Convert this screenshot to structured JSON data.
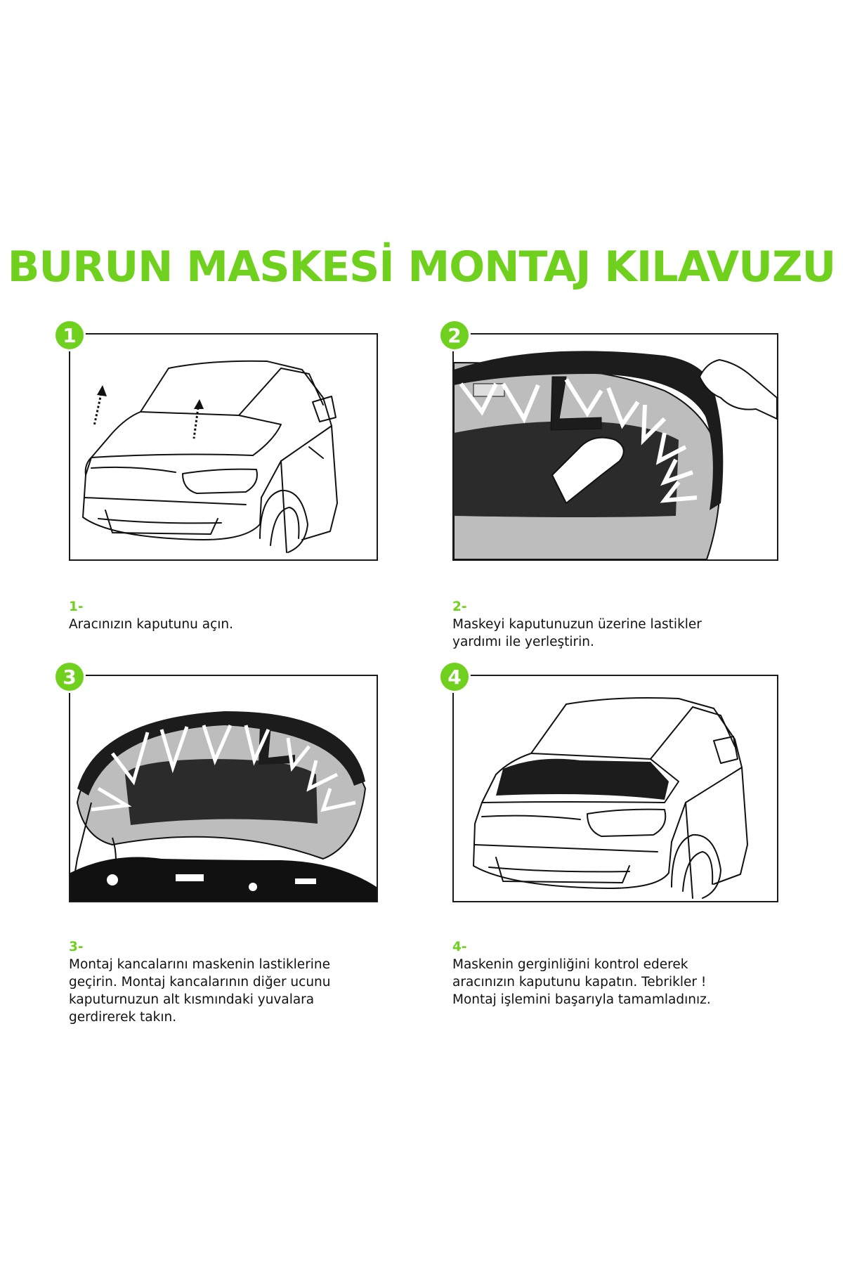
{
  "title": "BURUN MASKESİ MONTAJ KILAVUZU",
  "colors": {
    "accent": "#6fd11d",
    "ink": "#111111",
    "mask_fill": "#2b2b2b",
    "hood_fill": "#bdbdbd"
  },
  "steps": [
    {
      "badge": "1",
      "number_label": "1-",
      "text": "Aracınızın kaputunu açın.",
      "illustration": "car-hood-open"
    },
    {
      "badge": "2",
      "number_label": "2-",
      "text": "Maskeyi kaputunuzun üzerine lastikler\nyardımı ile yerleştirin.",
      "illustration": "mask-on-hood-underside"
    },
    {
      "badge": "3",
      "number_label": "3-",
      "text": "Montaj kancalarını maskenin lastiklerine\ngeçirin. Montaj kancalarının diğer ucunu\nkaputurnuzun alt  kısmındaki yuvalara\ngerdirerek takın.",
      "illustration": "hooks-attached"
    },
    {
      "badge": "4",
      "number_label": "4-",
      "text": "Maskenin gerginliğini kontrol ederek\naracınızın kaputunu kapatın. Tebrikler !\nMontaj işlemini başarıyla tamamladınız.",
      "illustration": "car-with-mask"
    }
  ]
}
